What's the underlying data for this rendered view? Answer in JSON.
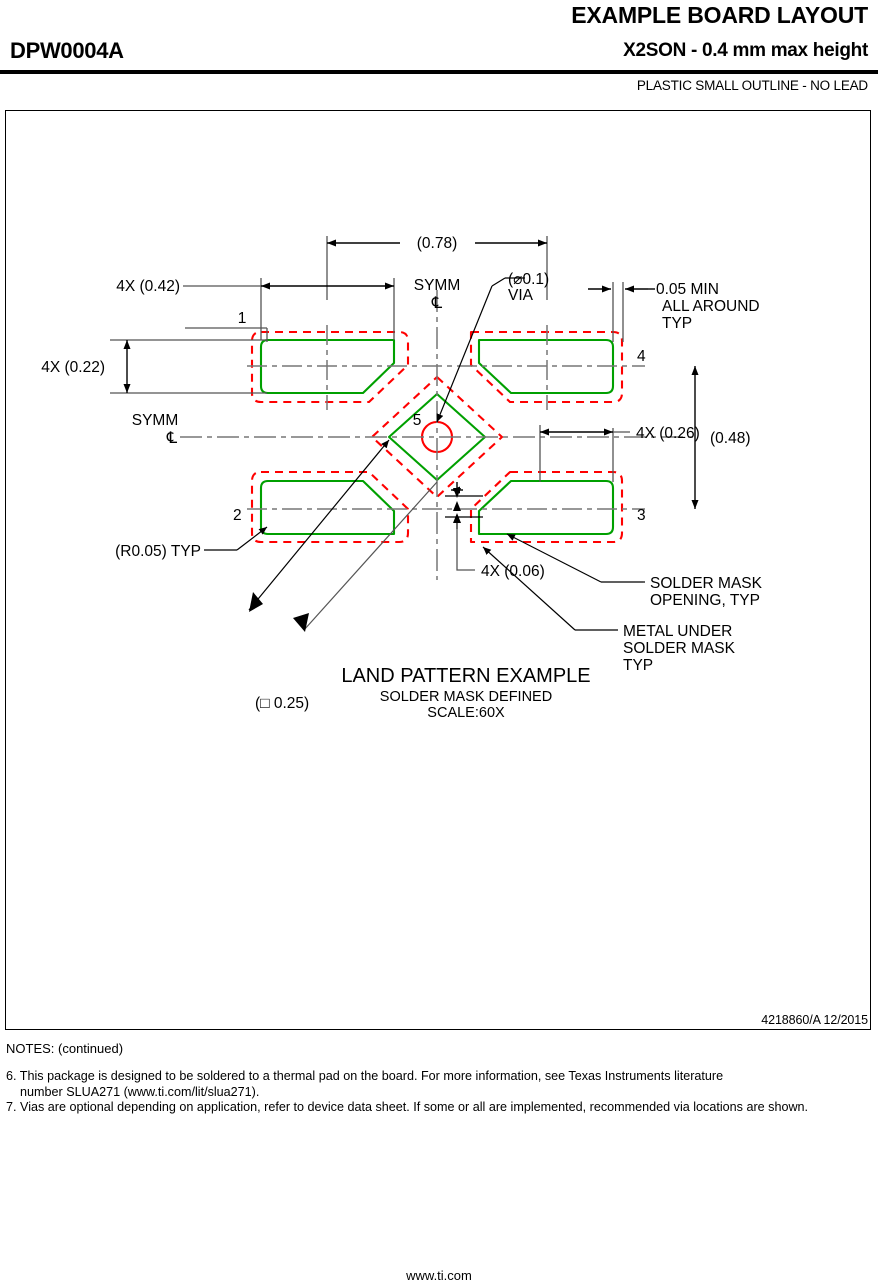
{
  "header": {
    "title": "EXAMPLE BOARD LAYOUT",
    "package_code": "DPW0004A",
    "package_desc": "X2SON - 0.4 mm max height",
    "package_sub": "PLASTIC SMALL OUTLINE - NO LEAD"
  },
  "drawing": {
    "caption_main": "LAND PATTERN EXAMPLE",
    "caption_sub": "SOLDER MASK DEFINED",
    "caption_scale": "SCALE:60X",
    "doc_number": "4218860/A   12/2015",
    "labels": {
      "dim_overall_width": "(0.78)",
      "dim_pad_width": "4X (0.42)",
      "dim_pad_height": "4X (0.22)",
      "dim_pad_pitch_x": "4X (0.26)",
      "dim_overall_height": "(0.48)",
      "dim_small_gap": "4X (0.06)",
      "dim_mask_clearance_l1": "0.05 MIN",
      "dim_mask_clearance_l2": "ALL AROUND",
      "dim_mask_clearance_l3": "TYP",
      "via_l1": "(⌀0.1)",
      "via_l2": "VIA",
      "symm_top": "SYMM",
      "symm_left": "SYMM",
      "centerline_glyph": "℄",
      "radius_typ": "(R0.05) TYP",
      "thermal_pad_size": "(□ 0.25)",
      "solder_mask_opening_l1": "SOLDER MASK",
      "solder_mask_opening_l2": "OPENING, TYP",
      "metal_under_l1": "METAL UNDER",
      "metal_under_l2": "SOLDER MASK",
      "metal_under_l3": "TYP",
      "pin_1": "1",
      "pin_2": "2",
      "pin_3": "3",
      "pin_4": "4",
      "pin_5": "5"
    },
    "colors": {
      "metal": "#00a000",
      "solder_mask": "#ff0000",
      "dimension": "#000000",
      "centerline": "#777777"
    }
  },
  "notes": {
    "heading": "NOTES: (continued)",
    "items": [
      {
        "number": "6.",
        "line1": "This package is designed to be soldered to a thermal pad on the board. For more information, see Texas Instruments literature",
        "line2": "number SLUA271 (www.ti.com/lit/slua271)."
      },
      {
        "number": "7.",
        "line1": "Vias are optional depending on application, refer to device data sheet. If some or all are implemented, recommended via locations are shown.",
        "line2": ""
      }
    ]
  },
  "footer": {
    "url": "www.ti.com"
  }
}
